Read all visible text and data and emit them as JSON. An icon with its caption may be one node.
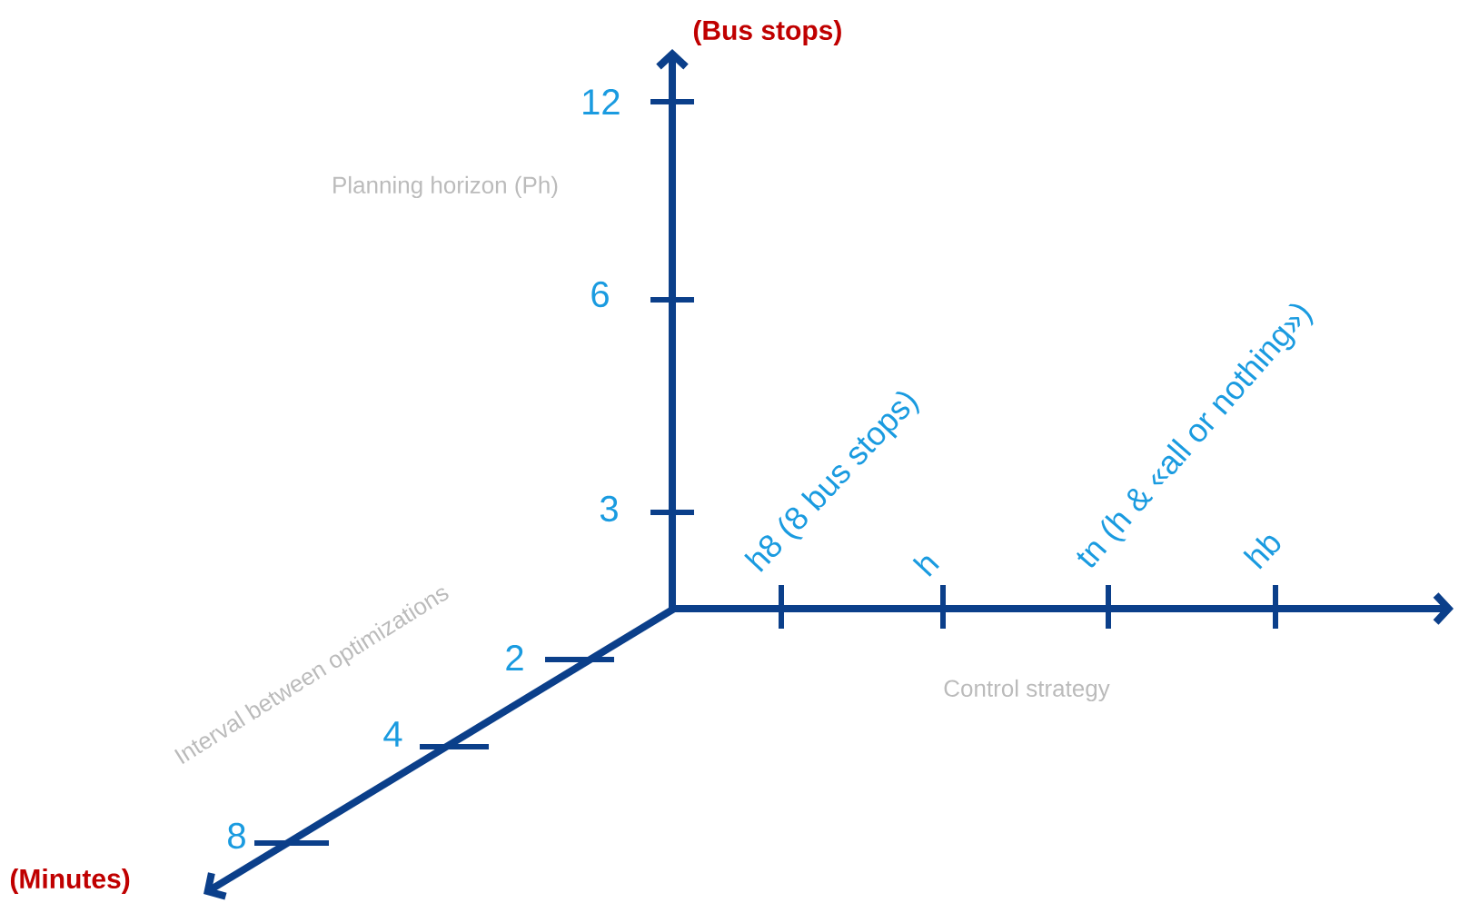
{
  "diagram": {
    "labels": [
      "(Bus stops)",
      "12",
      "Planning horizon  (Ph)",
      "6",
      "tn (h & «all or nothing»)",
      "h8 (8 bus stops)",
      "3",
      "h",
      "hb",
      "2",
      "Control strategy",
      "Interval between  optimizations",
      "4",
      "8",
      "(Minutes)"
    ]
  }
}
